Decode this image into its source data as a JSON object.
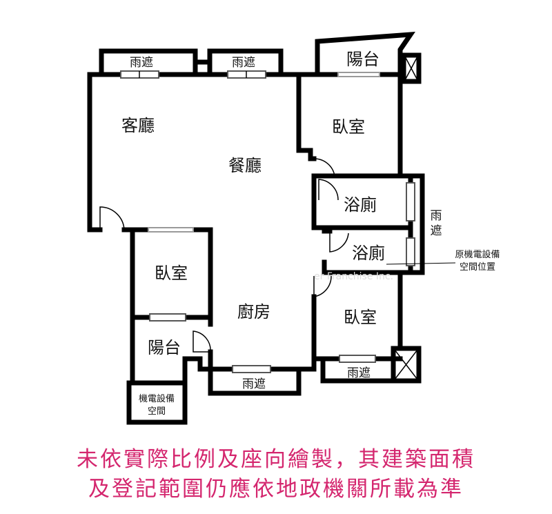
{
  "rooms": {
    "living": "客廳",
    "dining": "餐廳",
    "bedroom_ne": "臥室",
    "bedroom_w": "臥室",
    "bedroom_se": "臥室",
    "bath1": "浴廁",
    "bath2": "浴廁",
    "kitchen": "廚房",
    "balcony_n": "陽台",
    "balcony_sw": "陽台",
    "canopy_1": "雨遮",
    "canopy_2": "雨遮",
    "canopy_e_1": "雨",
    "canopy_e_2": "遮",
    "canopy_kitchen": "雨遮",
    "canopy_se": "雨遮",
    "mech_space_1": "機電設備",
    "mech_space_2": "空間"
  },
  "annotation": {
    "line1": "原機電設備",
    "line2": "空間位置"
  },
  "watermark": "er Franchise Inc.",
  "disclaimer": {
    "line1": "未依實際比例及座向繪製，其建築面積",
    "line2": "及登記範圍仍應依地政機關所載為準",
    "color": "#d4266e"
  }
}
